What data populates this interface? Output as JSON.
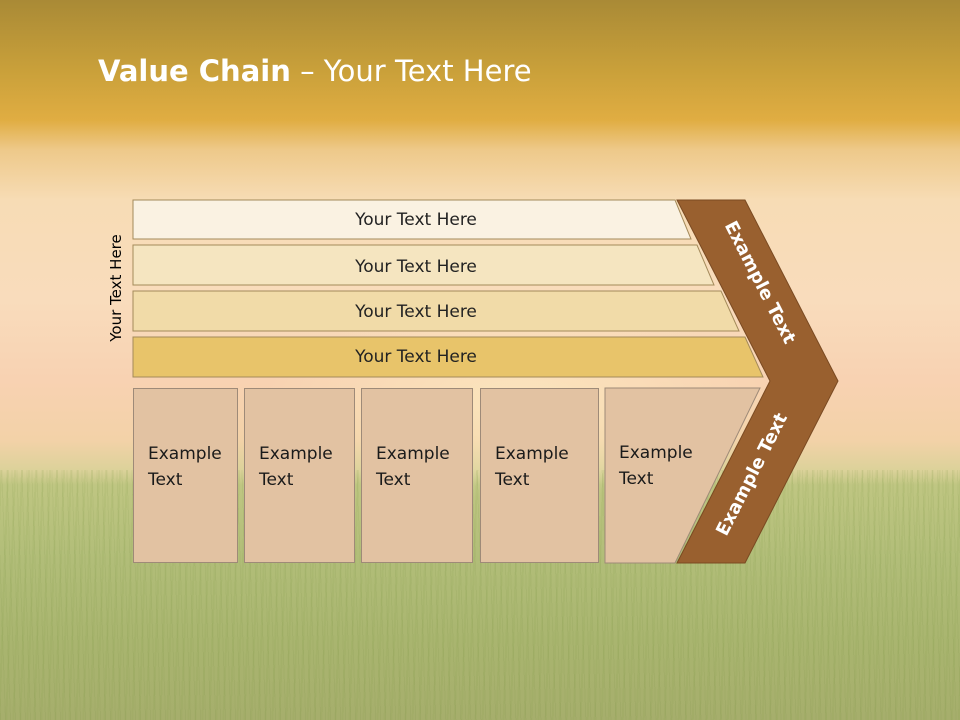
{
  "slide": {
    "title_bold": "Value Chain",
    "title_rest": " – Your Text Here",
    "side_label": "Your Text Here"
  },
  "bands": [
    {
      "label": "Your Text Here",
      "color": "#faf2e2"
    },
    {
      "label": "Your Text Here",
      "color": "#f5e5c0"
    },
    {
      "label": "Your Text Here",
      "color": "#f1dba8"
    },
    {
      "label": "Your Text Here",
      "color": "#e8c46a"
    }
  ],
  "activities": [
    {
      "label": "Example\nText"
    },
    {
      "label": "Example\nText"
    },
    {
      "label": "Example\nText"
    },
    {
      "label": "Example\nText"
    },
    {
      "label": "Example\nText"
    }
  ],
  "chevron": {
    "upper_label": "Example Text",
    "lower_label": "Example Text",
    "color": "#99602f"
  },
  "colors": {
    "box_fill": "#e2c2a2",
    "border": "#a38a5a"
  }
}
